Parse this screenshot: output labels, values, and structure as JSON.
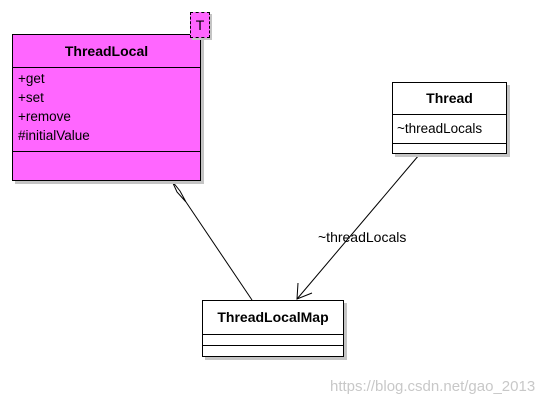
{
  "diagram": {
    "classes": {
      "threadlocal": {
        "name": "ThreadLocal",
        "template_param": "T",
        "operations": [
          "+get",
          "+set",
          "+remove",
          "#initialValue"
        ],
        "fill_color": "#ff66ff"
      },
      "thread": {
        "name": "Thread",
        "attributes": [
          "~threadLocals"
        ],
        "fill_color": "#ffffff"
      },
      "threadlocalmap": {
        "name": "ThreadLocalMap",
        "fill_color": "#ffffff"
      }
    },
    "relations": {
      "aggregation": {
        "from": "ThreadLocalMap",
        "to": "ThreadLocal",
        "kind": "aggregation"
      },
      "association": {
        "from": "Thread",
        "to": "ThreadLocalMap",
        "kind": "directed-association",
        "label": "~threadLocals"
      }
    }
  },
  "watermark": "https://blog.csdn.net/gao_2013"
}
